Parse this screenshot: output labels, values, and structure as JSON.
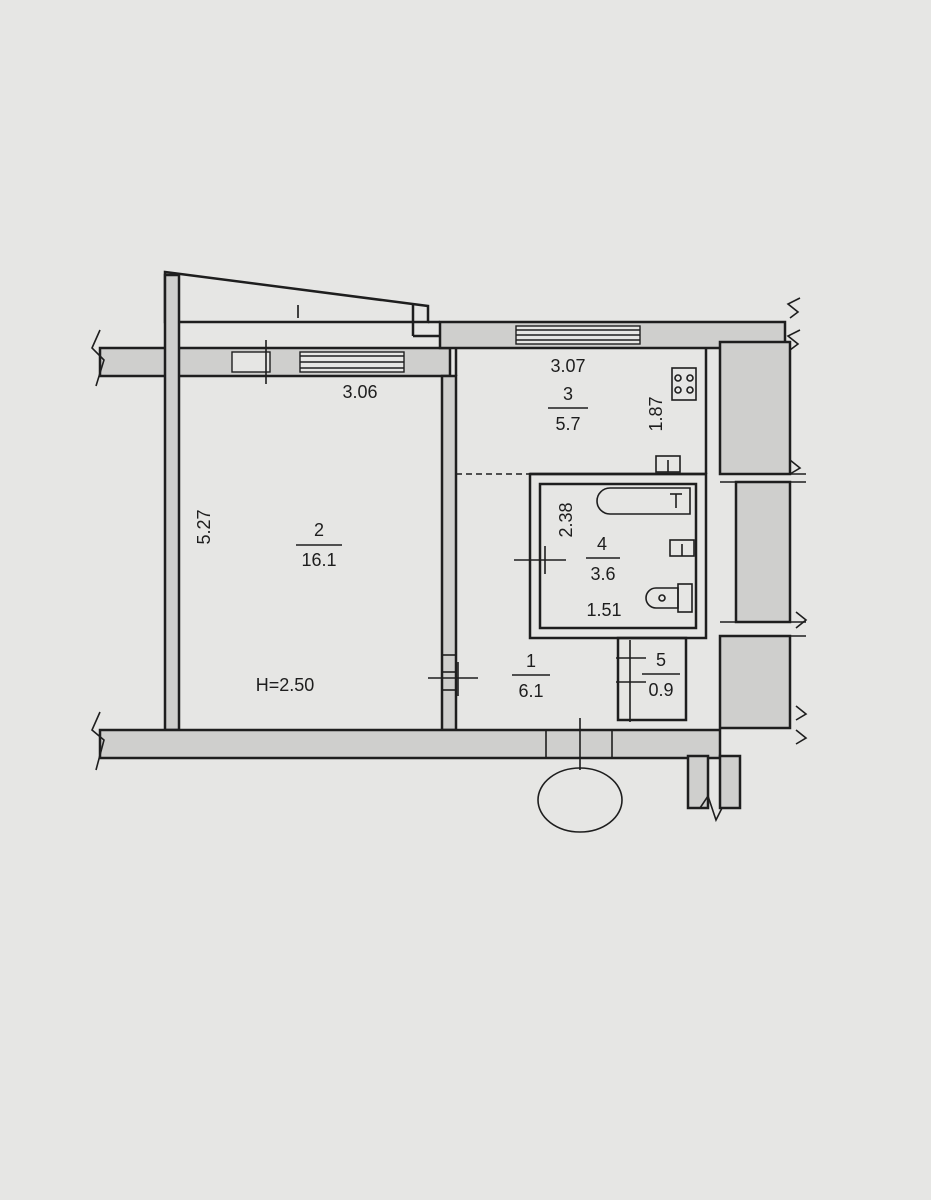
{
  "balcony": {
    "number": "I"
  },
  "rooms": [
    {
      "id": "living",
      "number": "2",
      "area": "16.1",
      "width": "3.06",
      "length": "5.27",
      "height": "H=2.50"
    },
    {
      "id": "kitchen",
      "number": "3",
      "area": "5.7",
      "width": "3.07",
      "length": "1.87"
    },
    {
      "id": "bathroom",
      "number": "4",
      "area": "3.6",
      "width": "1.51",
      "length": "2.38"
    },
    {
      "id": "hallway",
      "number": "1",
      "area": "6.1"
    },
    {
      "id": "closet",
      "number": "5",
      "area": "0.9"
    }
  ],
  "colors": {
    "paper": "#e6e6e4",
    "ink": "#1e1e1e",
    "wall_fill": "#cfcfcd"
  }
}
